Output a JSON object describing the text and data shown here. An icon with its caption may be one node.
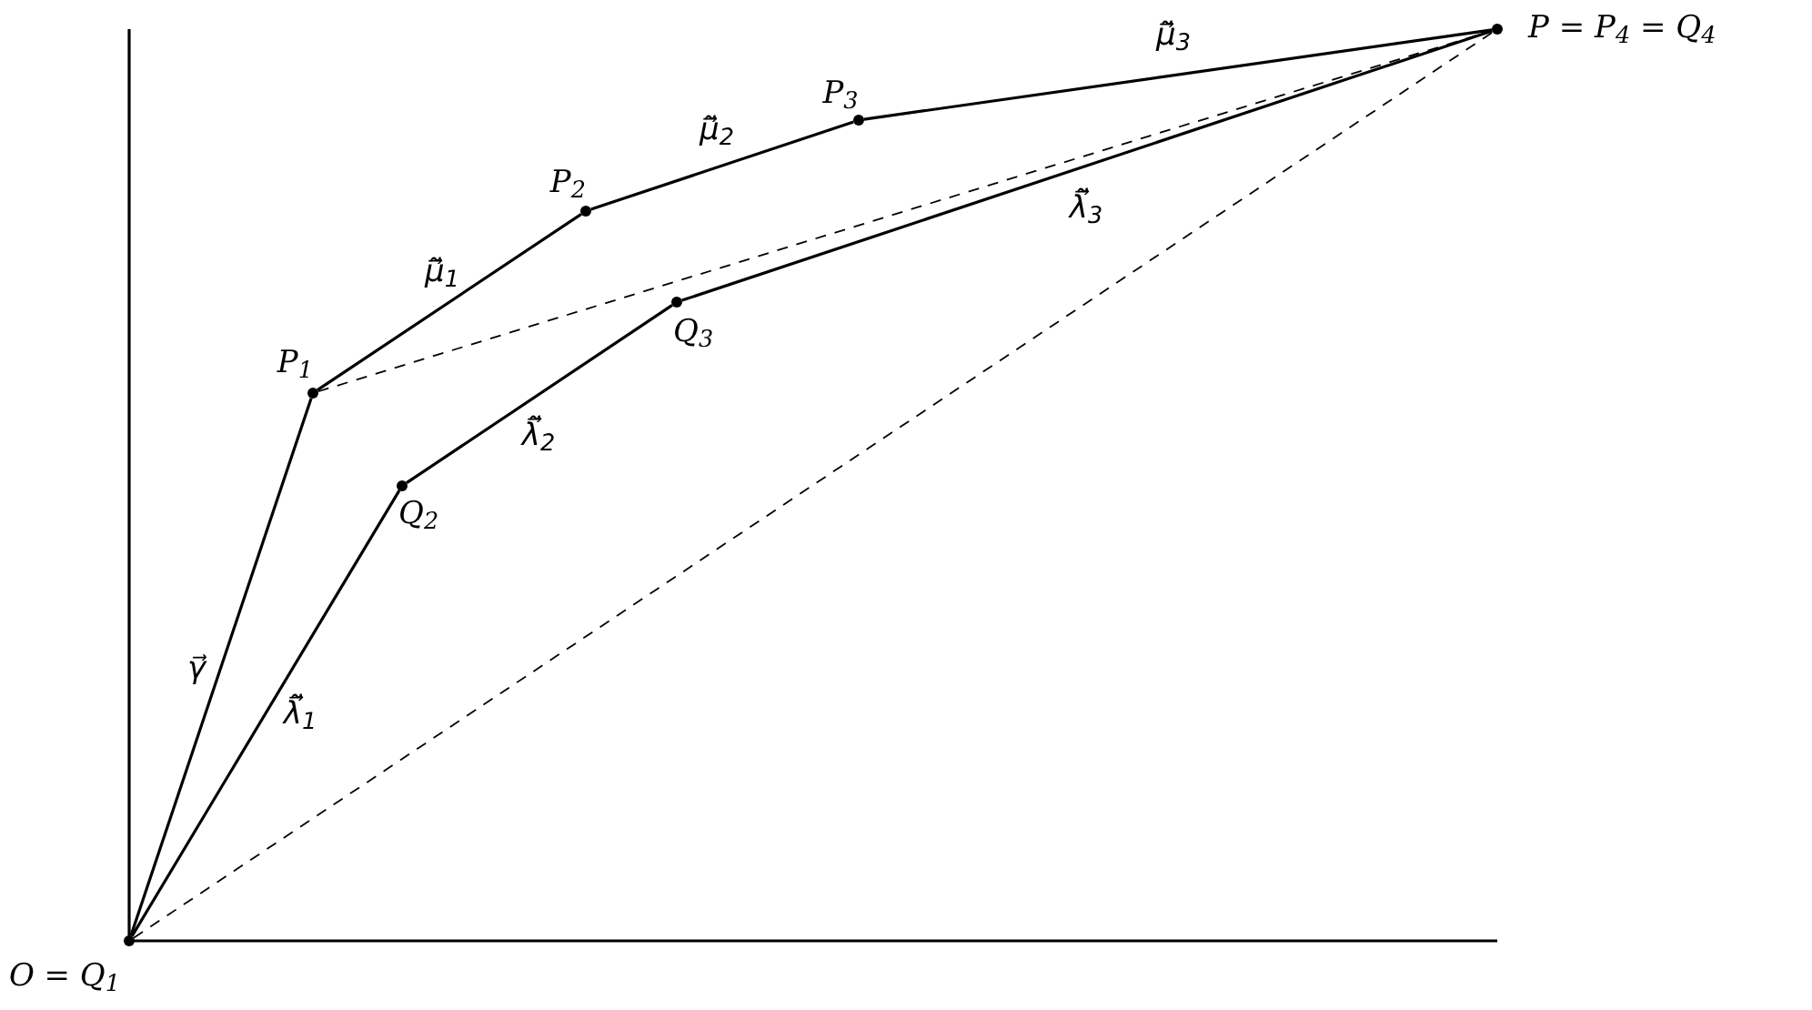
{
  "diagram": {
    "nodes": [
      {
        "text": [],
        "shape": "circle",
        "beside": [
          "O = Q$_{1}$"
        ]
      },
      {
        "text": [],
        "shape": "circle",
        "beside": [
          "P$_{1}$"
        ]
      },
      {
        "text": [],
        "shape": "circle",
        "beside": [
          "P$_{2}$"
        ]
      },
      {
        "text": [],
        "shape": "circle",
        "beside": [
          "P$_{3}$"
        ]
      },
      {
        "text": [],
        "shape": "circle",
        "beside": [
          "P = P$_{4}$ = Q$_{4}$"
        ]
      },
      {
        "text": [],
        "shape": "circle",
        "beside": [
          "Q$_{2}$"
        ]
      },
      {
        "text": [],
        "shape": "circle",
        "beside": [
          "Q$_{3}$"
        ]
      }
    ],
    "edges": [
      {
        "from": 0,
        "to": 1,
        "arrow": "none",
        "label": "γ⃗"
      },
      {
        "from": 1,
        "to": 2,
        "arrow": "none",
        "label": "μ̃⃗$_{1}$"
      },
      {
        "from": 2,
        "to": 3,
        "arrow": "none",
        "label": "μ̃⃗$_{2}$"
      },
      {
        "from": 3,
        "to": 4,
        "arrow": "none",
        "label": "μ̃⃗$_{3}$"
      },
      {
        "from": 0,
        "to": 5,
        "arrow": "none",
        "label": "λ̃⃗$_{1}$"
      },
      {
        "from": 5,
        "to": 6,
        "arrow": "none",
        "label": "λ̃⃗$_{2}$"
      },
      {
        "from": 6,
        "to": 4,
        "arrow": "none",
        "label": "λ̃⃗$_{3}$"
      },
      {
        "from": 1,
        "to": 4,
        "arrow": "none",
        "style": "dashed"
      },
      {
        "from": 0,
        "to": 4,
        "arrow": "none",
        "style": "dashed"
      }
    ]
  }
}
